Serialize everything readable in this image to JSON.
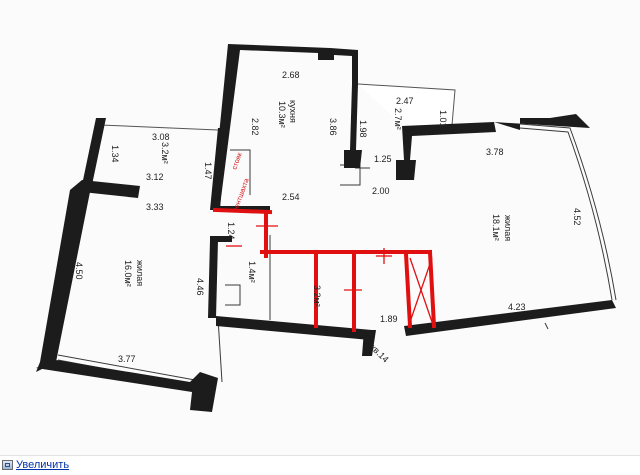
{
  "plan": {
    "rooms": {
      "kitchen": {
        "name": "кухня",
        "area": "10.3м²"
      },
      "living_right": {
        "name": "жилая",
        "area": "18.1м²"
      },
      "living_left": {
        "name": "жилая",
        "area": "16.0м²"
      },
      "room_top_left": {
        "area": "3.2м²"
      },
      "room_top_right": {
        "area": "2.7м²"
      },
      "bath_small": {
        "area": "1.4м²"
      },
      "bath_corridor": {
        "area": "3.2м²"
      }
    },
    "dimensions": {
      "d_268": "2.68",
      "d_282": "2.82",
      "d_386": "3.86",
      "d_198": "1.98",
      "d_247": "2.47",
      "d_101": "1.01",
      "d_308": "3.08",
      "d_134": "1.34",
      "d_147": "1.47",
      "d_312": "3.12",
      "d_333": "3.33",
      "d_254": "2.54",
      "d_125": "1.25",
      "d_378": "3.78",
      "d_200": "2.00",
      "d_452": "4.52",
      "d_124": "1.24",
      "d_450": "4.50",
      "d_446": "4.46",
      "d_377": "3.77",
      "d_189": "1.89",
      "d_423": "4.23"
    },
    "annotations": {
      "red_label_1": "стояк",
      "red_label_2": "вентшахта",
      "apartment_label": "кв.14"
    }
  },
  "footer": {
    "zoom_label": "Увеличить",
    "zoom_icon": "zoom-icon"
  },
  "colors": {
    "wall": "#1c1c1c",
    "accent_red": "#e01010",
    "link": "#0033aa"
  }
}
